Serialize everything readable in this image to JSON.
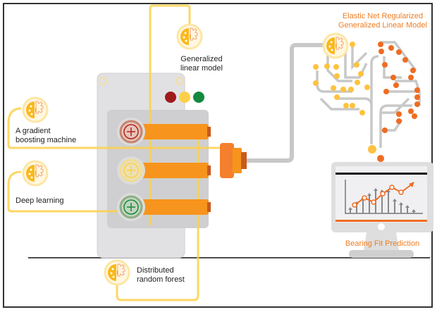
{
  "colors": {
    "accent_orange": "#f7941d",
    "dark_orange": "#ef6c22",
    "yellow": "#fdd04a",
    "wire_gray": "#c8c8c8",
    "panel_gray": "#e1e1e3",
    "light_red": "#9e1b1b",
    "light_yellow": "#fdd04a",
    "light_green": "#138a3e"
  },
  "models": [
    {
      "id": "glm",
      "label_line1": "Generalized",
      "label_line2": "linear model"
    },
    {
      "id": "gbm",
      "label_line1": "A gradient",
      "label_line2": "boosting machine"
    },
    {
      "id": "dl",
      "label_line1": "Deep learning",
      "label_line2": ""
    },
    {
      "id": "drf",
      "label_line1": "Distributed",
      "label_line2": "random forest"
    }
  ],
  "brain": {
    "title_line1": "Elastic Net Regularized",
    "title_line2": "Generalized Linear Model"
  },
  "monitor": {
    "caption": "Bearing Fit Prediction"
  },
  "status_lights": [
    "red",
    "yellow",
    "green"
  ],
  "icons": {
    "model_icon": "brain-gear-icon",
    "plug_switch": "plus-dial-icon"
  }
}
